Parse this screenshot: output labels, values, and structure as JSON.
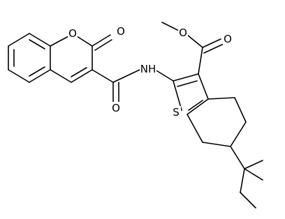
{
  "atoms": {
    "O_ring": "O",
    "O_lactone_carbonyl": "O",
    "NH": "NH",
    "O_amide": "O",
    "S": "S",
    "O_ester_carbonyl": "O",
    "O_ester": "O"
  }
}
